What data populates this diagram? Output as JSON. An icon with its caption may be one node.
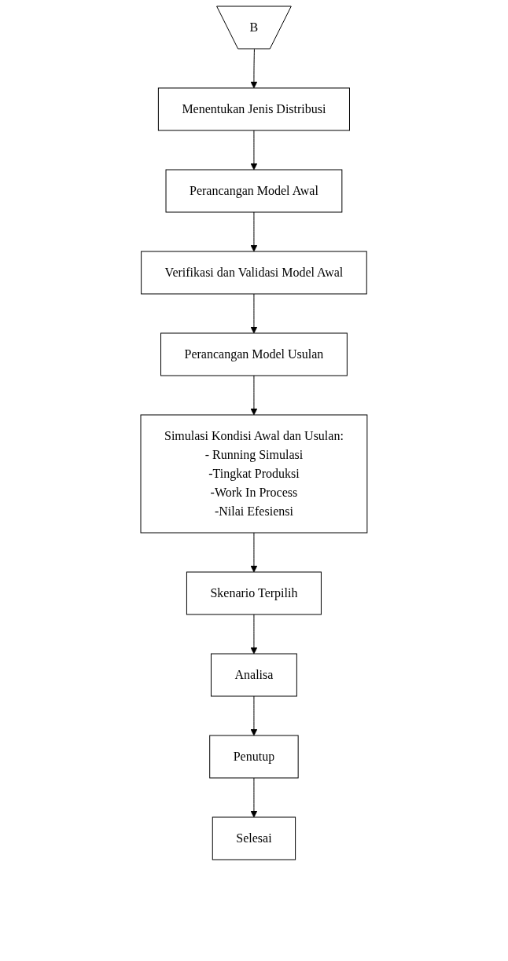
{
  "diagram": {
    "nodes": [
      {
        "text": [
          "B"
        ]
      },
      {
        "text": [
          "Menentukan Jenis Distribusi"
        ]
      },
      {
        "text": [
          "Perancangan Model Awal"
        ]
      },
      {
        "text": [
          "Verifikasi dan Validasi Model Awal"
        ]
      },
      {
        "text": [
          "Perancangan Model Usulan"
        ]
      },
      {
        "text": [
          "Simulasi Kondisi Awal dan Usulan:",
          "- Running Simulasi",
          "-Tingkat Produksi",
          "-Work In Process",
          "-Nilai Efesiensi"
        ]
      },
      {
        "text": [
          "Skenario Terpilih"
        ]
      },
      {
        "text": [
          "Analisa"
        ]
      },
      {
        "text": [
          "Penutup"
        ]
      },
      {
        "text": [
          "Selesai"
        ]
      }
    ],
    "edges": [
      {
        "from": 0,
        "to": 1,
        "arrow": "to"
      },
      {
        "from": 1,
        "to": 2,
        "arrow": "to"
      },
      {
        "from": 2,
        "to": 3,
        "arrow": "to"
      },
      {
        "from": 3,
        "to": 4,
        "arrow": "to"
      },
      {
        "from": 4,
        "to": 5,
        "arrow": "to"
      },
      {
        "from": 5,
        "to": 6,
        "arrow": "to"
      },
      {
        "from": 6,
        "to": 7,
        "arrow": "to"
      },
      {
        "from": 7,
        "to": 8,
        "arrow": "to"
      },
      {
        "from": 8,
        "to": 9,
        "arrow": "to"
      }
    ]
  }
}
